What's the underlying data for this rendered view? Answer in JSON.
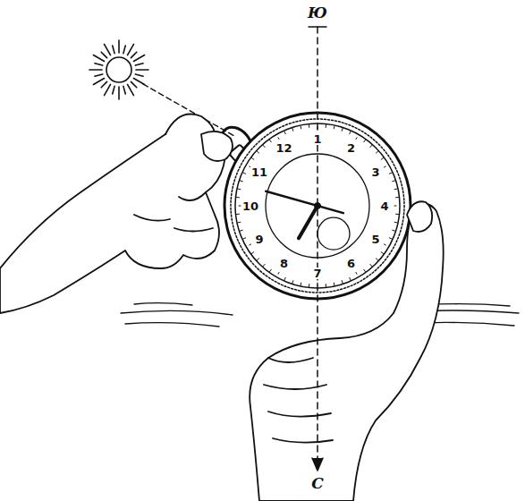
{
  "diagram": {
    "labels": [
      "Ю",
      "12",
      "1",
      "2",
      "3",
      "4",
      "5",
      "6",
      "7",
      "8",
      "9",
      "10",
      "11",
      "С"
    ]
  }
}
